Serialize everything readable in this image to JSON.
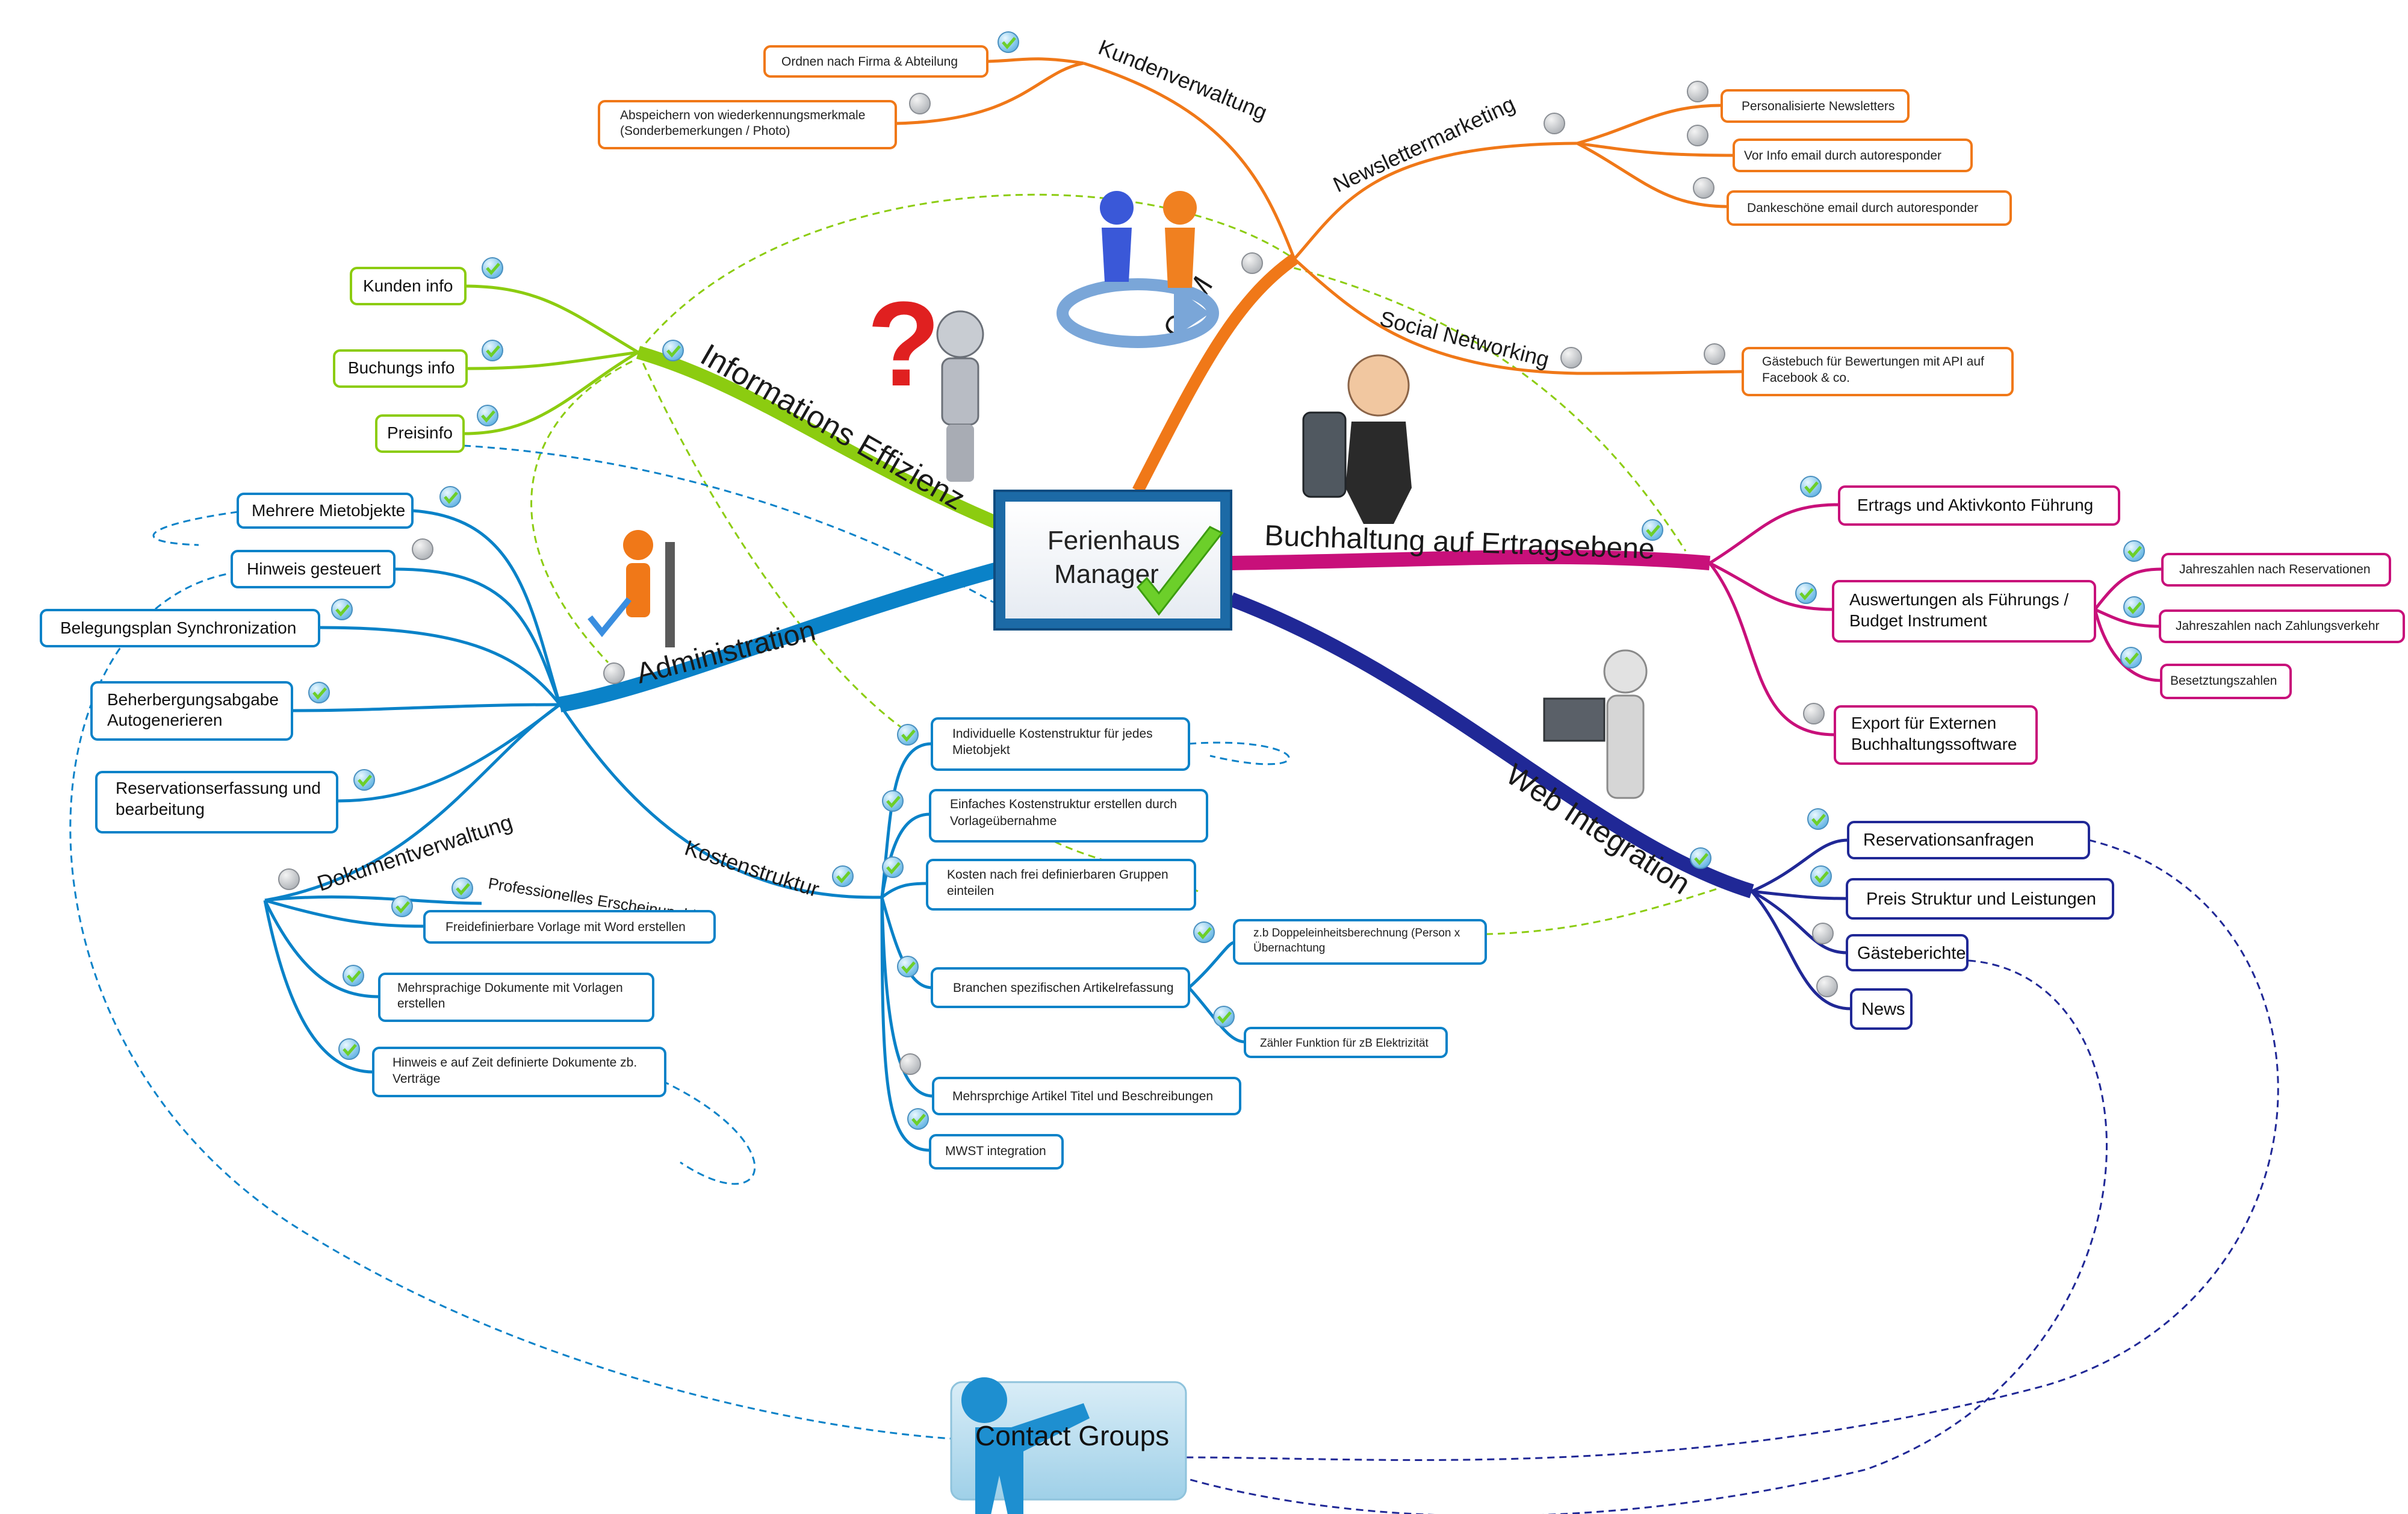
{
  "central": {
    "line1": "Ferienhaus",
    "line2": "Manager"
  },
  "branches": {
    "kundenverwaltung": "Kundenverwaltung",
    "newsletter": "Newslettermarketing",
    "social": "Social Networking",
    "crm": "CRM",
    "info": "Informations Effizienz",
    "buchhaltung": "Buchhaltung auf Ertragsebene",
    "admin": "Administration",
    "web": "Web Integration",
    "kosten": "Kostenstruktur",
    "dokument": "Dokumentverwaltung",
    "professionell": "Professionelles Erscheinungbild"
  },
  "nodes": {
    "ordnen": "Ordnen nach Firma & Abteilung",
    "abspeichern_1": "Abspeichern von wiederkennungsmerkmale",
    "abspeichern_2": "(Sonderbemerkungen / Photo)",
    "personalisierte": "Personalisierte Newsletters",
    "vor_info": "Vor Info email durch autoresponder",
    "dankeschoene": "Dankeschöne email durch autoresponder",
    "gaestebuch_1": "Gästebuch für Bewertungen mit API auf",
    "gaestebuch_2": "Facebook & co.",
    "kunden_info": "Kunden info",
    "buchungs_info": "Buchungs info",
    "preisinfo": "Preisinfo",
    "mehrere": "Mehrere Mietobjekte",
    "hinweis_gesteuert": "Hinweis gesteuert",
    "belegungsplan": "Belegungsplan Synchronization",
    "beherbergung_1": "Beherbergungsabgabe",
    "beherbergung_2": "Autogenerieren",
    "reservationserfassung_1": "Reservationserfassung und",
    "reservationserfassung_2": "bearbeitung",
    "ertrags": "Ertrags und Aktivkonto Führung",
    "auswertungen_1": "Auswertungen als Führungs /",
    "auswertungen_2": "Budget Instrument",
    "export_1": "Export für Externen",
    "export_2": "Buchhaltungssoftware",
    "jahres_res": "Jahreszahlen nach Reservationen",
    "jahres_zahl": "Jahreszahlen nach Zahlungsverkehr",
    "besetzung": "Besetztungszahlen",
    "individuelle_1": "Individuelle Kostenstruktur für jedes",
    "individuelle_2": "Mietobjekt",
    "einfaches_1": "Einfaches Kostenstruktur erstellen durch",
    "einfaches_2": "Vorlageübernahme",
    "kosten_gruppen_1": "Kosten nach frei definierbaren Gruppen",
    "kosten_gruppen_2": "einteilen",
    "branchen": "Branchen spezifischen Artikelrefassung",
    "doppel_1": "z.b Doppeleinheitsberechnung (Person x",
    "doppel_2": "Übernachtung",
    "zaehler": "Zähler Funktion für zB Elektrizität",
    "mehrsprachige_artikel": "Mehrsprchige Artikel Titel und Beschreibungen",
    "mwst": "MWST integration",
    "freidefinierbare": "Freidefinierbare Vorlage mit Word erstellen",
    "mehrsprachige_dok_1": "Mehrsprachige Dokumente mit Vorlagen",
    "mehrsprachige_dok_2": "erstellen",
    "hinweis_zeit_1": "Hinweis e auf Zeit definierte Dokumente zb.",
    "hinweis_zeit_2": "Verträge",
    "reservationsanfragen": "Reservationsanfragen",
    "preis_struktur": "Preis Struktur und Leistungen",
    "gaesteberichte": "Gästeberichte",
    "news": "News"
  },
  "contact": "Contact Groups",
  "colors": {
    "orange": "#f07818",
    "green": "#8ccc10",
    "magenta": "#c8107a",
    "blue": "#0a82c8",
    "navy": "#202896",
    "check": "#6ccf2a",
    "pending": "#b8bcc0"
  }
}
